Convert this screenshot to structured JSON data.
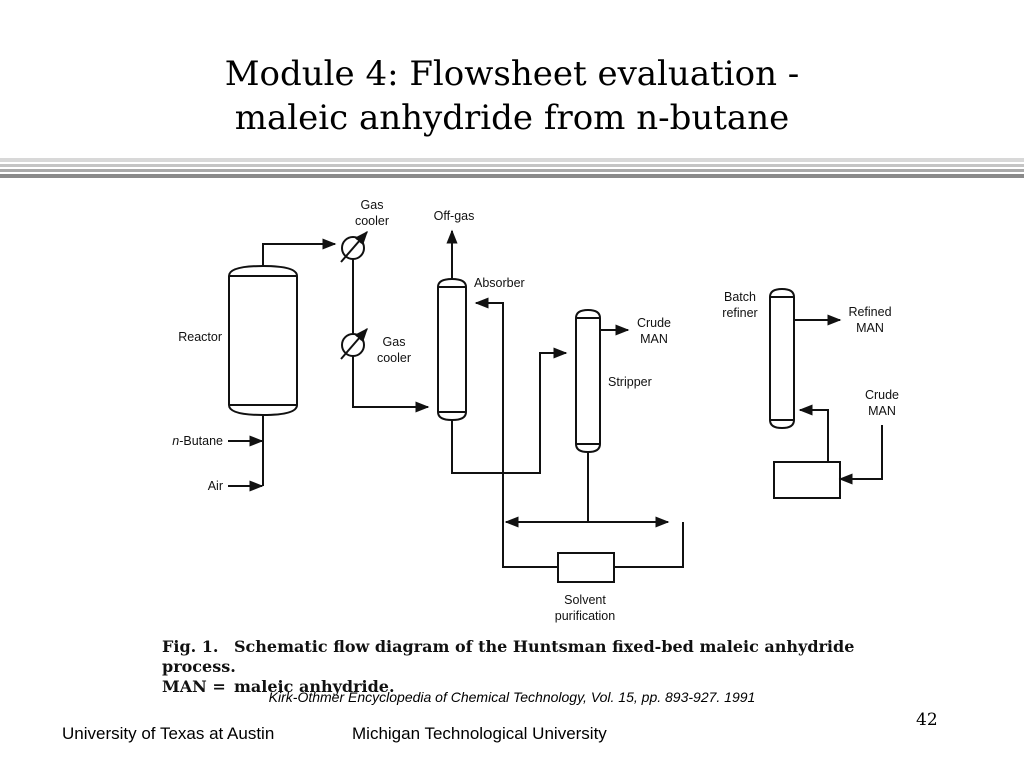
{
  "title": {
    "line1": "Module 4: Flowsheet evaluation -",
    "line2": "maleic anhydride from n-butane"
  },
  "diagram": {
    "labels": {
      "reactor": "Reactor",
      "butane_italic": "n",
      "butane_rest": "-Butane",
      "air": "Air",
      "gas_cooler_top_1": "Gas",
      "gas_cooler_top_2": "cooler",
      "gas_cooler_bottom_1": "Gas",
      "gas_cooler_bottom_2": "cooler",
      "offgas": "Off-gas",
      "absorber": "Absorber",
      "crude_man_1_a": "Crude",
      "crude_man_1_b": "MAN",
      "stripper": "Stripper",
      "batch_refiner_1": "Batch",
      "batch_refiner_2": "refiner",
      "refined_man_1": "Refined",
      "refined_man_2": "MAN",
      "crude_man_2_a": "Crude",
      "crude_man_2_b": "MAN",
      "solvent_1": "Solvent",
      "solvent_2": "purification"
    }
  },
  "caption": {
    "fig_label": "Fig. 1.",
    "fig_text": "Schematic flow diagram of the Huntsman fixed-bed maleic anhydride process.",
    "man_label": "MAN =",
    "man_text": "maleic anhydride."
  },
  "citation": "Kirk-Othmer Encyclopedia of Chemical Technology, Vol. 15, pp. 893-927. 1991",
  "page_number": "42",
  "footer": {
    "left": "University of Texas at Austin",
    "right": "Michigan Technological University"
  }
}
